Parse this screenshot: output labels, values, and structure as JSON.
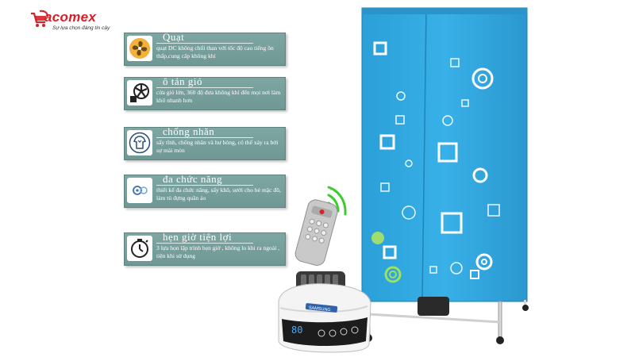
{
  "brand": {
    "name": "Sacomex",
    "wordmark": "acomex",
    "tagline": "Sự lựa chọn đáng tin cậy",
    "accent_color": "#d62027"
  },
  "features": [
    {
      "title": "Quạt",
      "description": "quạt DC không chổi than với tốc độ cao tiếng ồn thấp,cung cấp không khí",
      "icon": "fan-icon"
    },
    {
      "title": "ô tản gió",
      "description": "cửa gió lớn, 360 độ đưa không khí đến mọi nơi làm khô nhanh hơn",
      "icon": "air-vent-icon"
    },
    {
      "title": "chống nhăn",
      "description": "sấy tĩnh, chống nhăn và hư hỏng, có thể xảy ra bởi sự mài mòn",
      "icon": "shirt-icon"
    },
    {
      "title": "đa chức năng",
      "description": "thiết kế đa chức năng, sấy khô, sưởi cho bé mặc đồ, làm tủ đựng quần áo",
      "icon": "multi-function-icon"
    },
    {
      "title": "hẹn giờ tiện lợi",
      "description": "3 lựa họn lập trình hẹn giờ , không lo khi ra ngoài , tiện khi sử dụng",
      "icon": "timer-icon"
    }
  ],
  "product": {
    "dryer_brand": "SAMSUNG",
    "display_value": "80",
    "wardrobe_color": "#2fa6e0"
  }
}
